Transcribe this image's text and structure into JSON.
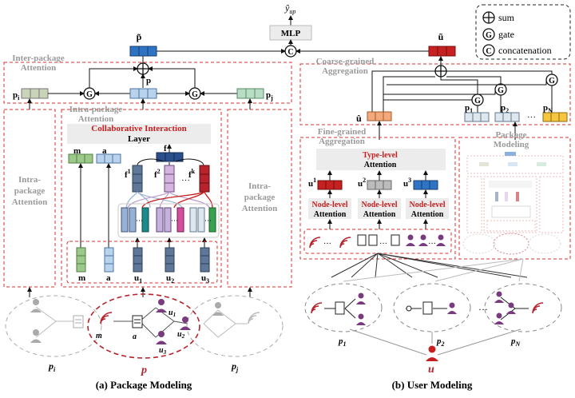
{
  "legend": {
    "sum": "sum",
    "gate": "gate",
    "concatenation": "concatenation",
    "sum_symbol": "⊕",
    "gate_symbol": "G",
    "concat_symbol": "C"
  },
  "top": {
    "y_hat": "ŷ",
    "y_hat_sub": "up",
    "mlp": "MLP",
    "p_tilde": "p̃",
    "u_tilde": "ũ"
  },
  "package_modeling": {
    "inter_package_attention": [
      "Inter-package",
      "Attention"
    ],
    "intra_package_attention_center": [
      "Intra-package",
      "Attention"
    ],
    "intra_package_attention_side": [
      "Intra-",
      "package",
      "Attention"
    ],
    "collab_title": "Collaborative Interaction",
    "collab_layer": "Layer",
    "p_i": "p",
    "p_i_sub": "i",
    "p_j": "p",
    "p_j_sub": "j",
    "p_center": "p",
    "m": "m",
    "a": "a",
    "f": "f",
    "f1": "f",
    "f2": "f",
    "fk": "f",
    "sup1": "1",
    "sup2": "2",
    "supk": "k",
    "ellipsis": "···",
    "u1": "u",
    "u2": "u",
    "u3": "u",
    "sub1": "1",
    "sub2": "2",
    "sub3": "3",
    "graph_m": "m",
    "graph_a": "a",
    "graph_u1": "u",
    "graph_u2": "u",
    "graph_u3": "u",
    "bottom_pi": "p",
    "bottom_pi_sub": "i",
    "bottom_p": "p",
    "bottom_pj": "p",
    "bottom_pj_sub": "j",
    "caption": "(a) Package Modeling"
  },
  "user_modeling": {
    "coarse": [
      "Coarse-grained",
      "Aggregation"
    ],
    "fine": [
      "Fine-grained",
      "Aggregation"
    ],
    "package_modeling": [
      "Package",
      "Modeling"
    ],
    "type_level": "Type-level",
    "attention": "Attention",
    "node_level": "Node-level",
    "u_hat": "û",
    "p": "p",
    "sub1": "1",
    "sub2": "2",
    "subN": "N",
    "u": "u",
    "sup1": "1",
    "sup2": "2",
    "sup3": "3",
    "ellipsis": "···",
    "bottom_p1": "p",
    "bottom_p2": "p",
    "bottom_pN": "p",
    "bottom_u": "u",
    "caption": "(b) User Modeling"
  },
  "colors": {
    "dashed_red": "#d9302c",
    "blue_dark": "#2b5ea8",
    "blue_mid": "#2f73c4",
    "red_dark": "#c62020",
    "orange": "#f3a97a",
    "green": "#9cc98a",
    "light_blue": "#b9d3ec",
    "slate": "#5f7899",
    "purple": "#7a3a80",
    "graph_red": "#b8222a",
    "lilac": "#d4b5e0",
    "teal": "#1b8a8a",
    "yellow": "#f7c640"
  }
}
